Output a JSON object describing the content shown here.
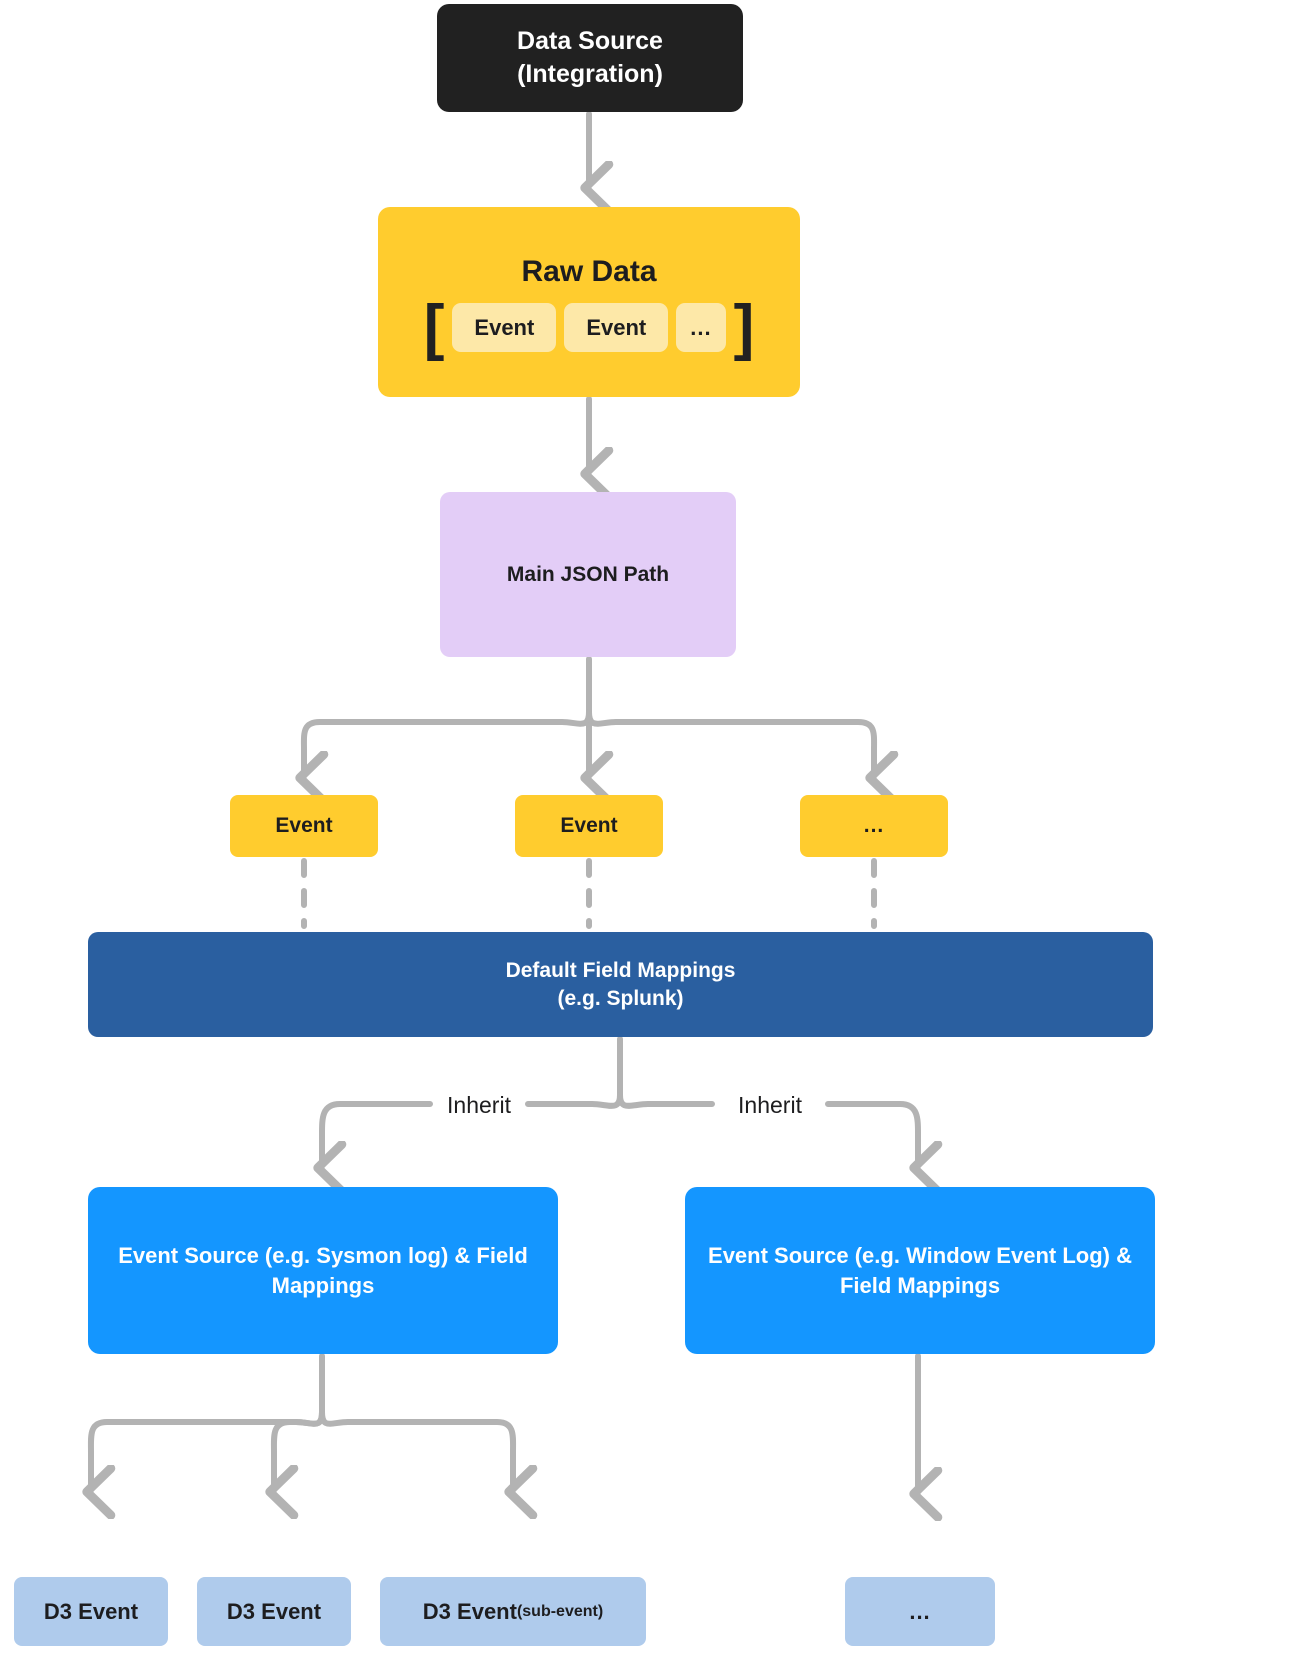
{
  "diagram": {
    "title": "Data ingestion and field mapping pipeline",
    "colors": {
      "source": "#212121",
      "raw_data": "#FFCC2E",
      "raw_chip": "#FDE8A8",
      "json_path": "#E3CDF7",
      "event": "#FFCC2E",
      "default_mappings": "#2A5FA0",
      "event_source": "#1496FF",
      "d3_event": "#AFCBEC",
      "arrow": "#B3B3B3"
    }
  },
  "nodes": {
    "data_source": {
      "line1": "Data Source",
      "line2": "(Integration)"
    },
    "raw_data": {
      "title": "Raw Data",
      "open_bracket": "[",
      "close_bracket": "]",
      "chips": [
        "Event",
        "Event",
        "..."
      ]
    },
    "main_json_path": {
      "label": "Main JSON Path"
    },
    "event_row": [
      {
        "label": "Event"
      },
      {
        "label": "Event"
      },
      {
        "label": "..."
      }
    ],
    "default_field_mappings": {
      "line1": "Default Field Mappings",
      "line2": "(e.g. Splunk)"
    },
    "event_sources": [
      {
        "line1": "Event Source (e.g. Sysmon log) &",
        "line2": "Field Mappings"
      },
      {
        "line1": "Event Source (e.g. Window Event",
        "line2": "Log) & Field Mappings"
      }
    ],
    "d3_events": [
      {
        "label": "D3 Event",
        "sub": ""
      },
      {
        "label": "D3 Event",
        "sub": ""
      },
      {
        "label": "D3 Event",
        "sub": "(sub-event)"
      },
      {
        "label": "...",
        "sub": ""
      }
    ]
  },
  "edges": {
    "inherit_left_label": "Inherit",
    "inherit_right_label": "Inherit"
  }
}
